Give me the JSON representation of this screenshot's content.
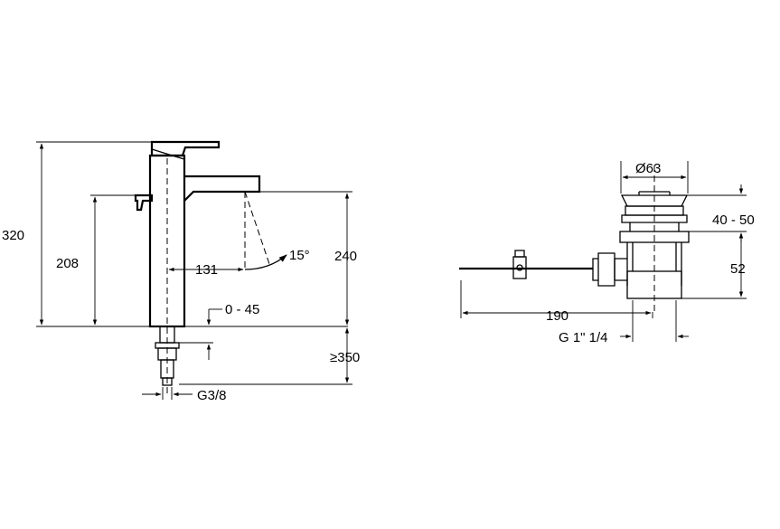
{
  "faucet": {
    "dims": {
      "overall_height": "320",
      "popup_height": "208",
      "spout_reach": "131",
      "spray_angle": "15°",
      "spout_height": "240",
      "deck_thickness": "0 - 45",
      "hose_length": "≥350",
      "thread": "G3/8"
    }
  },
  "waste": {
    "dims": {
      "diameter": "Ø63",
      "basin_range": "40 - 50",
      "depth": "52",
      "rod_length": "190",
      "thread": "G 1\" 1/4"
    }
  }
}
